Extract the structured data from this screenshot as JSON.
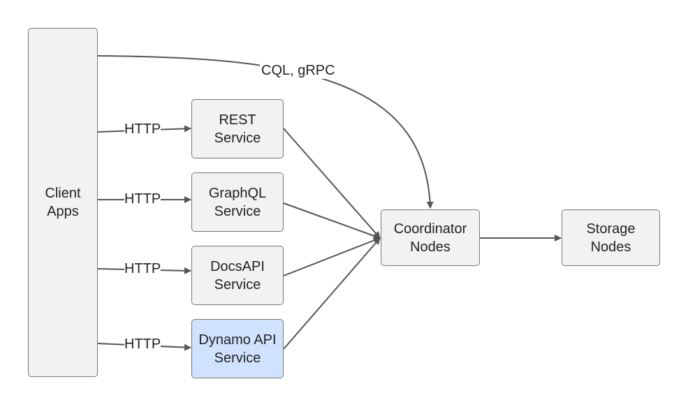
{
  "nodes": {
    "client_apps": {
      "line1": "Client",
      "line2": "Apps"
    },
    "rest": {
      "line1": "REST",
      "line2": "Service"
    },
    "graphql": {
      "line1": "GraphQL",
      "line2": "Service"
    },
    "docsapi": {
      "line1": "DocsAPI",
      "line2": "Service"
    },
    "dynamo": {
      "line1": "Dynamo API",
      "line2": "Service"
    },
    "coordinator": {
      "line1": "Coordinator",
      "line2": "Nodes"
    },
    "storage": {
      "line1": "Storage",
      "line2": "Nodes"
    }
  },
  "edges": {
    "cql_label": "CQL, gRPC",
    "http_label": "HTTP"
  },
  "colors": {
    "highlight_fill": "#d0e3fe",
    "node_fill": "#f2f2f3",
    "edge": "#555555"
  }
}
